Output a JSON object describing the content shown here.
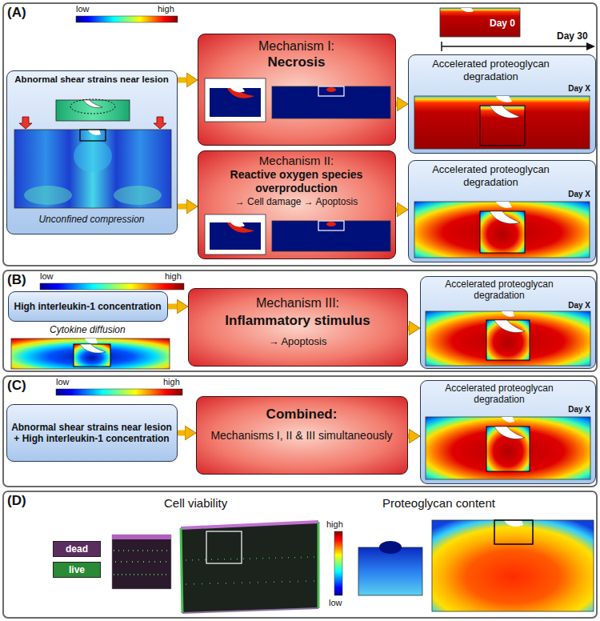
{
  "diagram": {
    "nodes": [
      {
        "text": [
          "(A)"
        ]
      },
      {
        "text": [
          "Abnormal shear strains near lesion",
          "Unconfined compression"
        ],
        "in": 0
      },
      {
        "text": [
          "Mechanism I:",
          "Necrosis"
        ],
        "in": 0
      },
      {
        "text": [
          "Mechanism II:",
          "Reactive oxygen species overproduction",
          "→ Cell damage → Apoptosis"
        ],
        "in": 0
      },
      {
        "text": [
          "Accelerated proteoglycan degradation",
          "Day X"
        ],
        "in": 0
      },
      {
        "text": [
          "Accelerated proteoglycan degradation",
          "Day X"
        ],
        "in": 0
      },
      {
        "text": [
          "(B)"
        ]
      },
      {
        "text": [
          "High interleukin-1 concentration"
        ],
        "in": 6
      },
      {
        "text": [
          "Mechanism III:",
          "Inflammatory stimulus",
          "→ Apoptosis"
        ],
        "in": 6
      },
      {
        "text": [
          "Accelerated proteoglycan degradation",
          "Day X"
        ],
        "in": 6
      },
      {
        "text": [
          "(C)"
        ]
      },
      {
        "text": [
          "Abnormal shear strains near lesion + High interleukin-1 concentration"
        ],
        "in": 10
      },
      {
        "text": [
          "Combined:",
          "Mechanisms I, II & III simultaneously"
        ],
        "in": 10
      },
      {
        "text": [
          "Accelerated proteoglycan degradation",
          "Day X"
        ],
        "in": 10
      },
      {
        "text": [
          "(D)"
        ]
      }
    ],
    "edges": [
      {
        "from": 1,
        "to": 2,
        "arrow": "to"
      },
      {
        "from": 1,
        "to": 3,
        "arrow": "to"
      },
      {
        "from": 2,
        "to": 4,
        "arrow": "to"
      },
      {
        "from": 3,
        "to": 5,
        "arrow": "to"
      },
      {
        "from": 7,
        "to": 8,
        "arrow": "to"
      },
      {
        "from": 8,
        "to": 9,
        "arrow": "to"
      },
      {
        "from": 11,
        "to": 12,
        "arrow": "to"
      },
      {
        "from": 12,
        "to": 13,
        "arrow": "to"
      }
    ],
    "labels": [
      "low",
      "high",
      "Day 0",
      "Day 30",
      "low",
      "high",
      "Cytokine diffusion",
      "low",
      "high",
      "Cell viability",
      "Proteoglycan content",
      "high",
      "low"
    ],
    "legend": [
      {
        "text": "dead",
        "color": "#5b2d5e"
      },
      {
        "text": "live",
        "color": "#2a8a36"
      }
    ]
  }
}
